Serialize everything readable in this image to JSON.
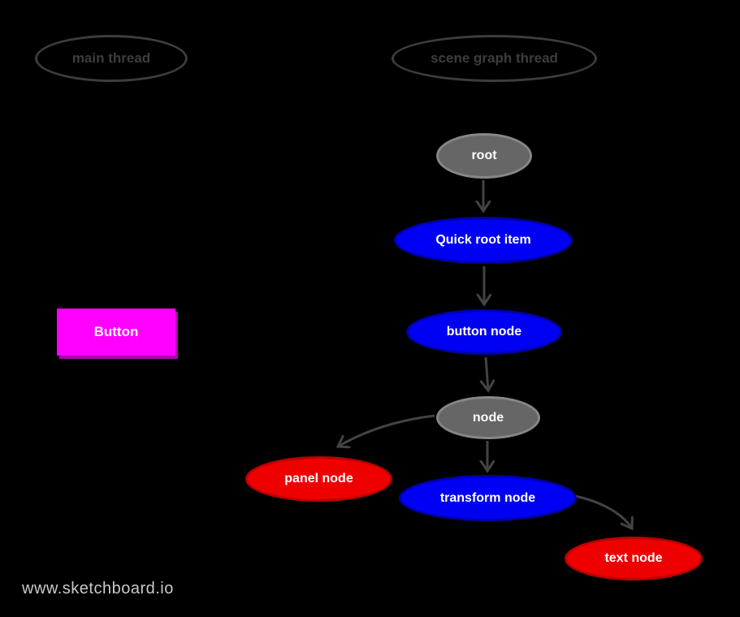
{
  "colors": {
    "background": "#000000",
    "node_gray_fill": "#666666",
    "node_gray_border": "#878787",
    "node_blue_fill": "#0000f2",
    "node_blue_border": "#0000aa",
    "node_red_fill": "#ee0000",
    "node_red_border": "#bb0000",
    "button_magenta": "#ff00ff",
    "edge_gray": "#434343",
    "thread_outline_gray": "#3d3d3d",
    "label_white": "#ffffff",
    "watermark_gray": "#c9c9c9"
  },
  "threads": {
    "main": {
      "label": "main thread"
    },
    "scene": {
      "label": "scene graph thread"
    }
  },
  "main_thread": {
    "button_label": "Button"
  },
  "scene_graph": {
    "nodes": {
      "root": {
        "label": "root",
        "color": "gray"
      },
      "quick_root_item": {
        "label": "Quick root item",
        "color": "blue"
      },
      "button_node": {
        "label": "button node",
        "color": "blue"
      },
      "node": {
        "label": "node",
        "color": "gray"
      },
      "panel_node": {
        "label": "panel node",
        "color": "red"
      },
      "transform_node": {
        "label": "transform node",
        "color": "blue"
      },
      "text_node": {
        "label": "text node",
        "color": "red"
      }
    },
    "edges": [
      {
        "from": "root",
        "to": "quick_root_item"
      },
      {
        "from": "quick_root_item",
        "to": "button_node"
      },
      {
        "from": "button_node",
        "to": "node"
      },
      {
        "from": "node",
        "to": "panel_node"
      },
      {
        "from": "node",
        "to": "transform_node"
      },
      {
        "from": "transform_node",
        "to": "text_node"
      }
    ]
  },
  "footer": {
    "watermark": "www.sketchboard.io"
  }
}
